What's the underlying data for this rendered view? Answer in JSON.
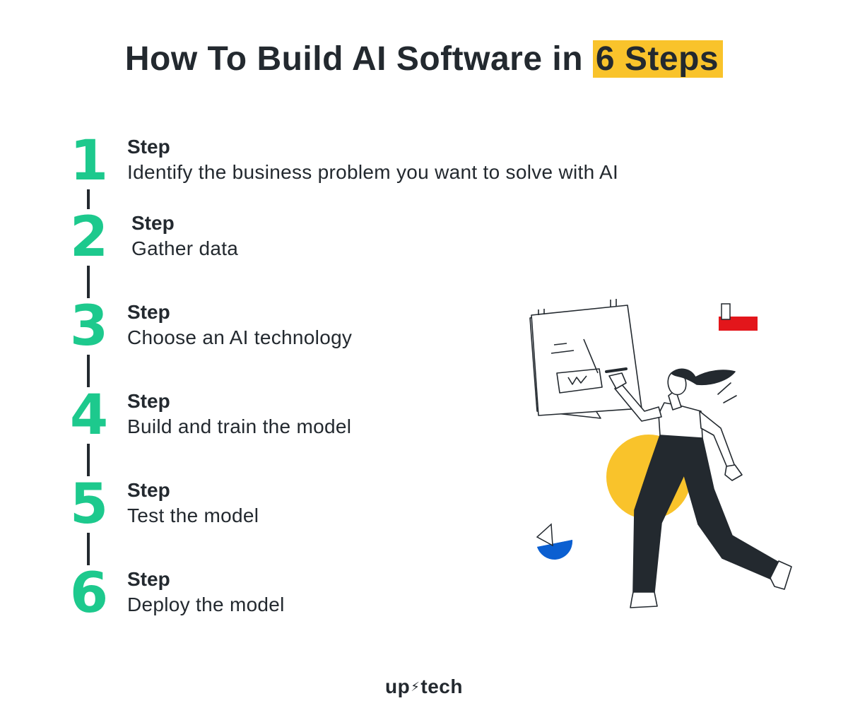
{
  "header": {
    "title_main": "How To Build AI Software in",
    "title_highlight": "6 Steps"
  },
  "steps": [
    {
      "number": "1",
      "label": "Step",
      "description": "Identify the business problem you want to solve with AI"
    },
    {
      "number": "2",
      "label": "Step",
      "description": "Gather data"
    },
    {
      "number": "3",
      "label": "Step",
      "description": "Choose an AI technology"
    },
    {
      "number": "4",
      "label": "Step",
      "description": "Build and train the model"
    },
    {
      "number": "5",
      "label": "Step",
      "description": "Test the model"
    },
    {
      "number": "6",
      "label": "Step",
      "description": "Deploy the model"
    }
  ],
  "brand": {
    "left": "up",
    "right": "tech"
  },
  "colors": {
    "accent_green": "#1dc98d",
    "highlight_yellow": "#f9c32b",
    "text_dark": "#23292f",
    "blue": "#0b5fd1",
    "red": "#e3161b"
  },
  "icons": [
    "whiteboard-icon",
    "person-drawing-icon",
    "red-rectangle-icon",
    "blue-semicircle-icon",
    "yellow-circle-icon"
  ]
}
